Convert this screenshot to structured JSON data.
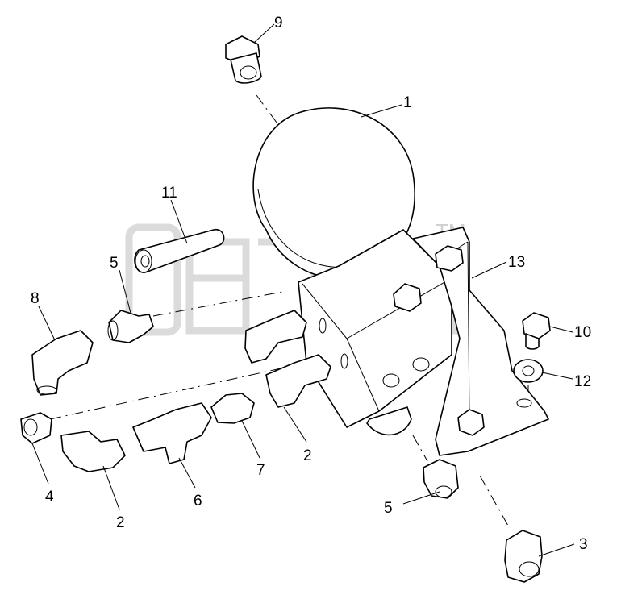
{
  "diagram": {
    "callouts": {
      "c1": "1",
      "c2a": "2",
      "c2b": "2",
      "c3": "3",
      "c4": "4",
      "c5a": "5",
      "c5b": "5",
      "c6": "6",
      "c7": "7",
      "c8": "8",
      "c9": "9",
      "c10": "10",
      "c11": "11",
      "c12": "12",
      "c13": "13"
    },
    "watermark": {
      "text": "TM"
    }
  }
}
